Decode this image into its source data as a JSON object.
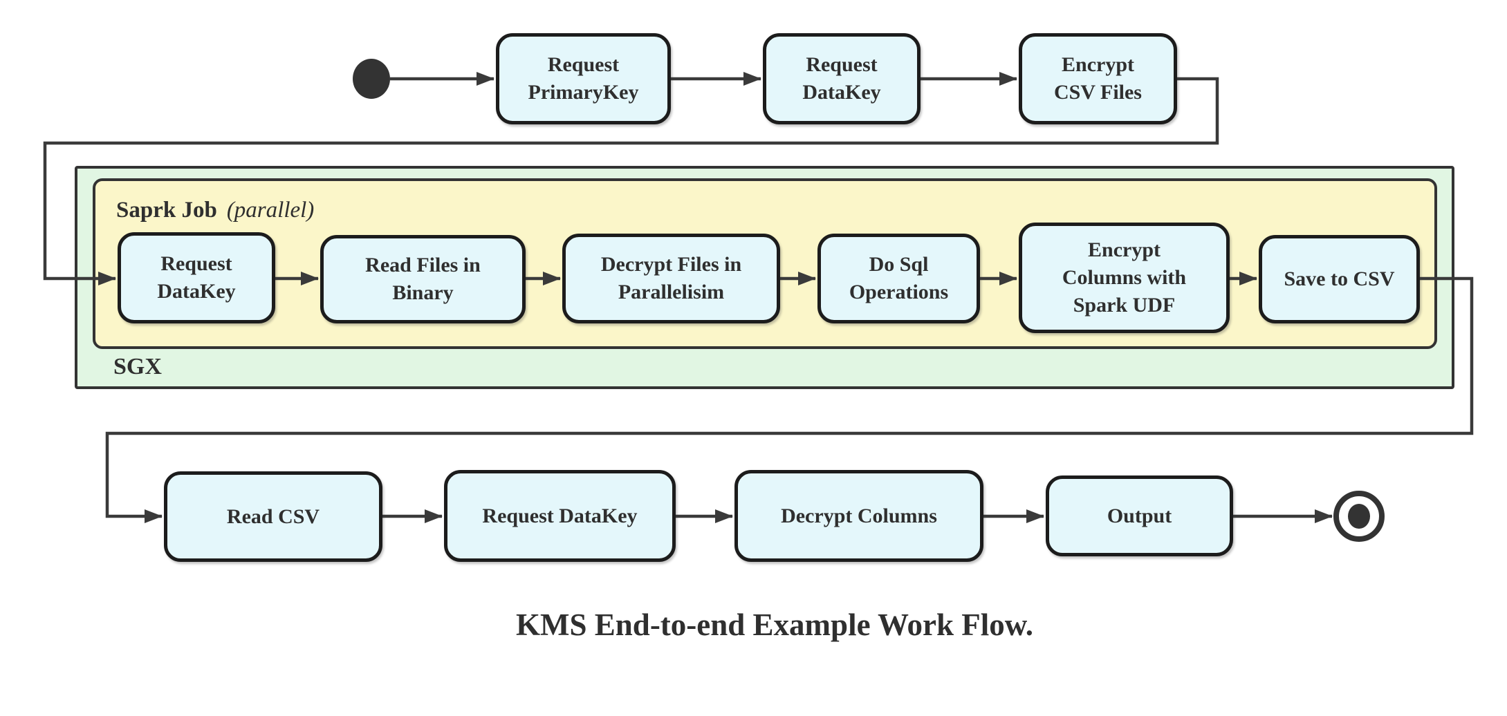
{
  "title": "KMS End-to-end Example Work Flow.",
  "colors": {
    "background": "#ffffff",
    "activity_fill": "#e4f7fb",
    "activity_border": "#1c1c1c",
    "sgx_container_fill": "#e1f6e3",
    "spark_container_fill": "#fbf6c9",
    "container_border": "#333333",
    "connector": "#3a3a3a",
    "text": "#2f2f2f",
    "start_end_fill": "#333333"
  },
  "groups": {
    "sgx": {
      "label": "SGX"
    },
    "spark_job": {
      "label": "Saprk Job",
      "annotation": "(parallel)"
    }
  },
  "nodes": {
    "request_primarykey": {
      "line1": "Request",
      "line2": "PrimaryKey"
    },
    "request_datakey_top": {
      "line1": "Request",
      "line2": "DataKey"
    },
    "encrypt_csv_files": {
      "line1": "Encrypt",
      "line2": "CSV Files"
    },
    "request_datakey_sgx": {
      "line1": "Request",
      "line2": "DataKey"
    },
    "read_files_in_binary": {
      "line1": "Read Files in",
      "line2": "Binary"
    },
    "decrypt_files": {
      "line1": "Decrypt Files in",
      "line2": "Parallelisim"
    },
    "do_sql_operations": {
      "line1": "Do Sql",
      "line2": "Operations"
    },
    "encrypt_columns": {
      "line1": "Encrypt",
      "line2": "Columns with",
      "line3": "Spark UDF"
    },
    "save_to_csv": {
      "line1": "Save to CSV"
    },
    "read_csv": {
      "line1": "Read CSV"
    },
    "request_datakey_bottom": {
      "line1": "Request DataKey"
    },
    "decrypt_columns": {
      "line1": "Decrypt Columns"
    },
    "output": {
      "line1": "Output"
    }
  }
}
